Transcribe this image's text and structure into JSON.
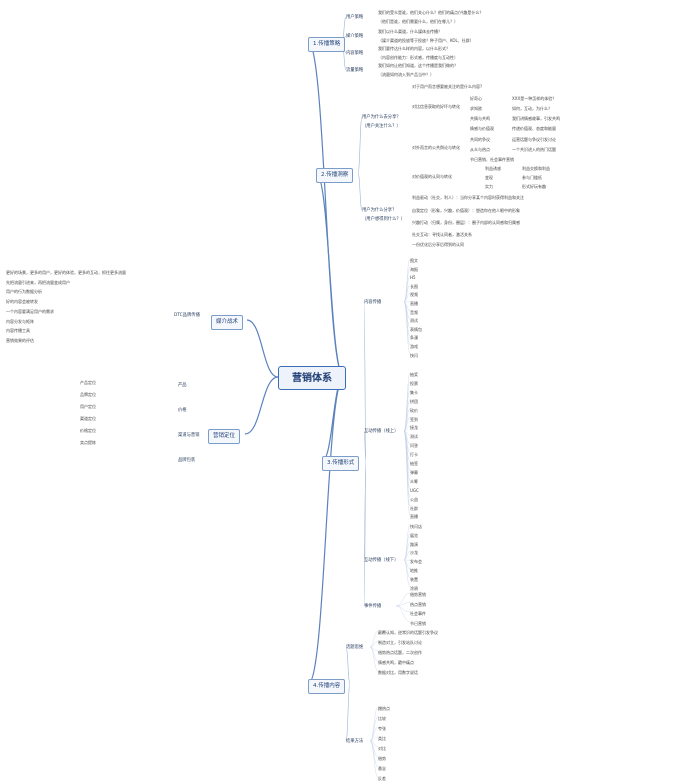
{
  "root": "营销体系",
  "branches": {
    "b1": {
      "title": "1.传播策略",
      "items": {
        "user": {
          "label": "用户策略",
          "lines": [
            "我们的受众是谁，他们关心什么？他们的痛点/兴趣是什么？",
            "（他们是谁，他们需要什么，他们在哪儿？）"
          ]
        },
        "media": {
          "label": "媒介策略",
          "lines": [
            "我们以什么渠道，什么媒体去传播？",
            "（媒介渠道的投放等于投放？种子用户、KOL、社群）"
          ]
        },
        "content": {
          "label": "内容策略",
          "lines": [
            "我们要传达什么样的内容，以什么形式？",
            "（内容创作能力：形式感，传播度与互动性）"
          ]
        },
        "traffic": {
          "label": "流量策略",
          "lines": [
            "我们如何让他们知道，这个传播是我们做的？",
            "（流量如何流入到产品当中？）"
          ]
        }
      }
    },
    "b2": {
      "title": "2.传播洞察",
      "groups": {
        "g1": {
          "label": [
            "用户为什么去分享？",
            "（用户关注什么？）"
          ],
          "top": "对于用户而言想要被关注的是什么内容?",
          "r1": {
            "head": "对比信息获取的好坏与转化",
            "items": [
              "好奇心",
              "求知欲"
            ]
          },
          "r1_notes": [
            "XXX是一种怎样的体验？",
            "如何，互动，为什么？"
          ],
          "r2_a": {
            "label": "共情与共鸣",
            "note": "我们讲情感故事，引发共鸣"
          },
          "r2_b": {
            "label": "情感与价值观",
            "note": "传递价值观、态度和能量"
          },
          "r3": {
            "head": "对外而言的公共舆论与转化",
            "items": [
              "共同的争议",
              "从众与热点"
            ]
          },
          "r3_notes": [
            "运营话题与争议引发讨论",
            "一个共识进入的热门话题",
            "节日营销、社会事件营销"
          ],
          "r4": {
            "head": "对价值观的认同与转化",
            "items": [
              "利益诱惑",
              "变现",
              "实力"
            ]
          },
          "r4_notes": [
            "利益交换和利益",
            "参与门槛低",
            "形式好玩有趣"
          ]
        },
        "g2": {
          "label": [
            "用户为什么分享？",
            "（用户想得到什么？）"
          ],
          "rows": [
            "利益驱动（社交，利人）：当你分享某个内容时获得利益和关注",
            "自我定位（形象，兴趣，价值观）：塑造你在他人眼中的形象",
            "兴趣打动（归属，身份，圈层）：圈子内部的认同感和归属感",
            "社交互动：寻找认同者，激活关系",
            "一份优化后分享后得到的认同"
          ]
        }
      }
    },
    "b3": {
      "title": "3.传播形式",
      "content": {
        "label": "内容传播",
        "rows": [
          "图文",
          "海报",
          "H5",
          "长图",
          "视频",
          "直播",
          "音频",
          "测试",
          "表情包",
          "条漫",
          "游戏",
          "快闪"
        ]
      },
      "online": {
        "label": "互动传播（线上）",
        "rows": [
          "抽奖",
          "投票",
          "集卡",
          "拼团",
          "砍价",
          "签到",
          "接龙",
          "测试",
          "问答",
          "打卡",
          "抽签",
          "弹幕",
          "众筹",
          "UGC",
          "公益",
          "社群",
          "直播"
        ]
      },
      "offline": {
        "label": "互动传播（线下）",
        "rows": [
          "快闪店",
          "展览",
          "路演",
          "沙龙",
          "发布会",
          "地推",
          "装置",
          "涂鸦"
        ]
      },
      "event": {
        "label": "事件传播",
        "rows": [
          "借势营销",
          "热点营销",
          "社会事件",
          "节日营销"
        ]
      }
    },
    "b4": {
      "title": "4.传播内容",
      "topic": {
        "label": "话题思维",
        "rows": [
          "颠覆认知，逆常识的话题引发争议",
          "制造对立，引发站队讨论",
          "借势热点话题，二次创作",
          "情感共鸣，戳中痛点",
          "数据对比，用数字说话"
        ]
      },
      "method": {
        "label": "结果方法",
        "rows": [
          "蹭热点",
          "比较",
          "夸张",
          "类比",
          "对比",
          "借势",
          "悬念",
          "反差"
        ]
      }
    },
    "b5": {
      "title": "媒介战术",
      "rows": [
        "更好的场景，更多的用户，更好的体验，更多的互动，抓住更多流量",
        "先把流量引进来，再把流量变成用户",
        "用户的行为数据分析",
        "好的内容会被转发",
        "一个内容要满足用户的需求",
        "内容分发与矩阵",
        "内容传播工具",
        "营销效果的评估"
      ],
      "dtc": "DTC品牌传播"
    },
    "b6": {
      "title": "营销定位",
      "rows": [
        "产品定位",
        "品牌定位",
        "用户定位",
        "渠道定位",
        "价格定位",
        "卖点提炼"
      ],
      "right": [
        "产品",
        "价格",
        "渠道与营销",
        "品牌包装"
      ]
    }
  }
}
